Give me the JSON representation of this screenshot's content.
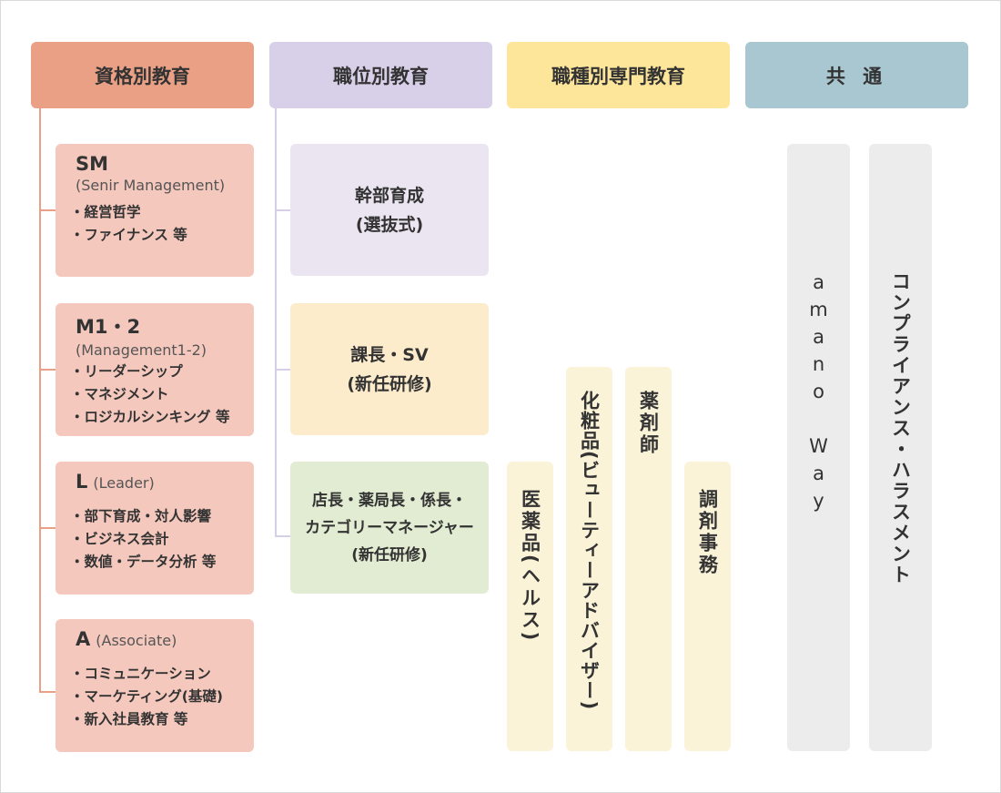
{
  "headers": {
    "qualification": "資格別教育",
    "position": "職位別教育",
    "occupation": "職種別専門教育",
    "common": "共 通"
  },
  "qualification_boxes": [
    {
      "title": "SM",
      "subtitle": "(Senir Management)",
      "items": [
        "経営哲学",
        "ファイナンス 等"
      ]
    },
    {
      "title": "M1・2",
      "subtitle": "(Management1-2)",
      "items": [
        "リーダーシップ",
        "マネジメント",
        "ロジカルシンキング 等"
      ]
    },
    {
      "title": "L",
      "subtitle_inline": "(Leader)",
      "items": [
        "部下育成・対人影響",
        "ビジネス会計",
        "数値・データ分析 等"
      ]
    },
    {
      "title": "A",
      "subtitle_inline": "(Associate)",
      "items": [
        "コミュニケーション",
        "マーケティング(基礎)",
        "新入社員教育 等"
      ]
    }
  ],
  "position_boxes": [
    {
      "lines": [
        "幹部育成",
        "(選抜式)"
      ]
    },
    {
      "lines": [
        "課長・SV",
        "(新任研修)"
      ]
    },
    {
      "lines": [
        "店長・薬局長・係長・",
        "カテゴリーマネージャー",
        "(新任研修)"
      ]
    }
  ],
  "occupation_columns": [
    "医薬品(ヘルス)",
    "化粧品(ビューティーアドバイザー)",
    "薬剤師",
    "調剤事務"
  ],
  "common_columns": [
    "amano Way",
    "コンプライアンス・ハラスメント"
  ],
  "colors": {
    "qualification_header": "#e9a085",
    "position_header": "#d8d0e9",
    "occupation_header": "#fde59a",
    "common_header": "#a9c7d1",
    "qualification_box": "#f5c8bd",
    "position_box_1": "#ebe5f1",
    "position_box_2": "#fceccc",
    "position_box_3": "#e1ecd2",
    "occupation_column": "#faf3d8",
    "common_column": "#ececec"
  }
}
